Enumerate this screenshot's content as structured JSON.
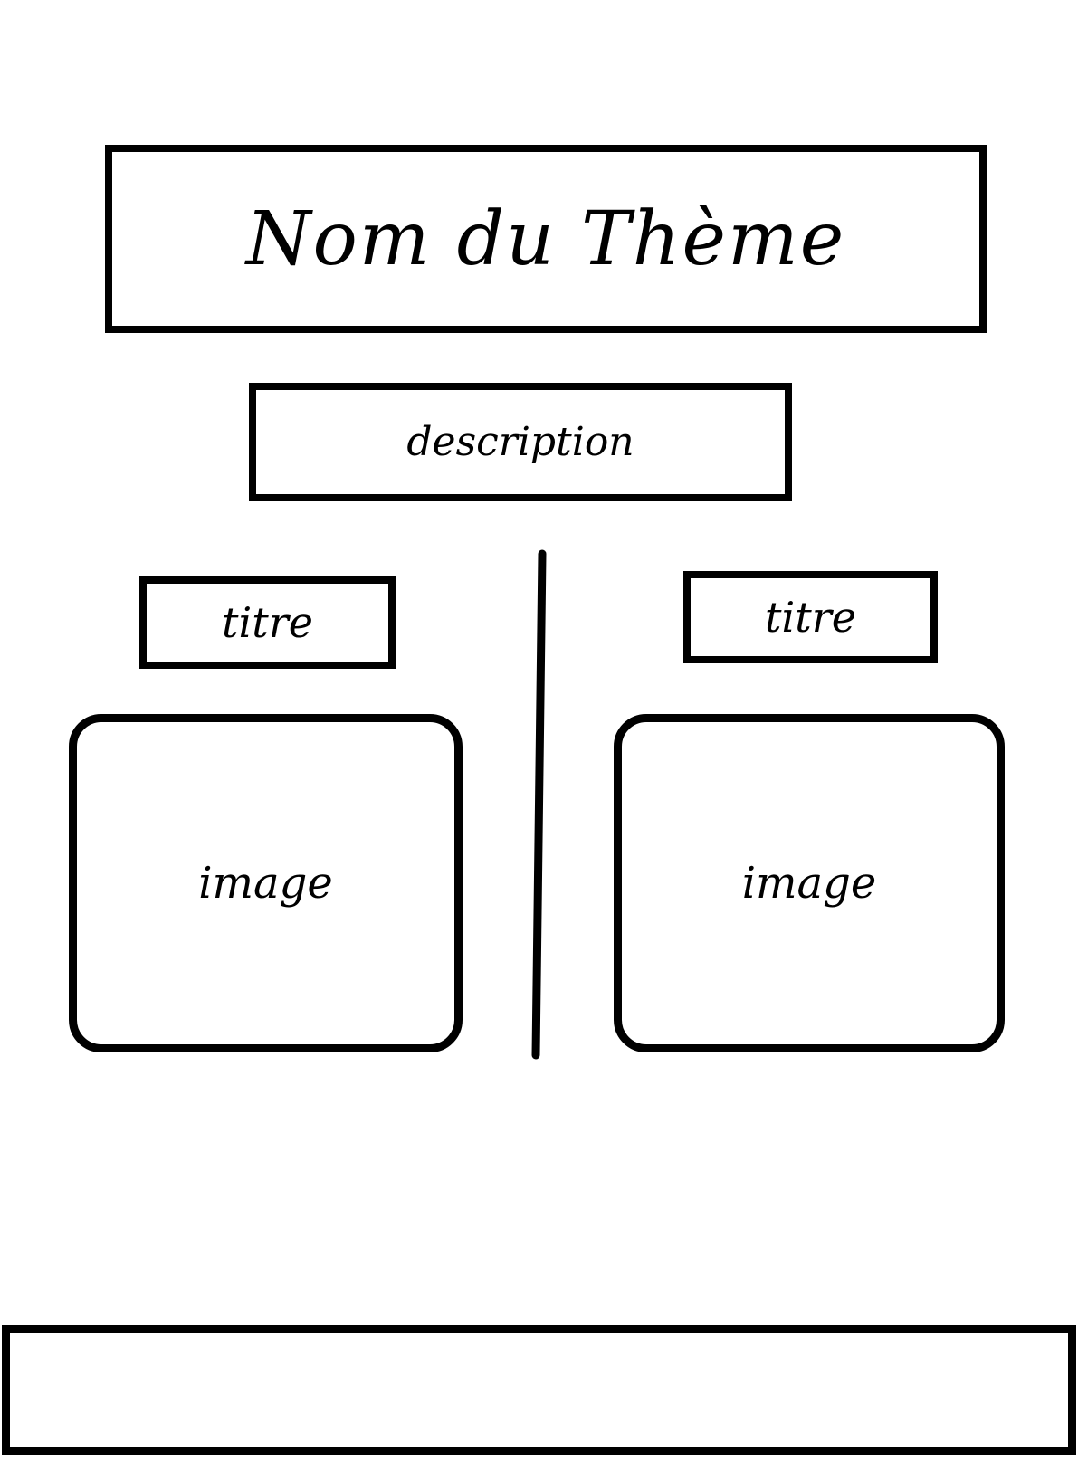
{
  "header": {
    "theme_name": "Nom du Thème"
  },
  "description": {
    "label": "description"
  },
  "columns": [
    {
      "title": "titre",
      "image_label": "image"
    },
    {
      "title": "titre",
      "image_label": "image"
    }
  ],
  "footer": {
    "label": ""
  },
  "colors": {
    "stroke": "#000000",
    "background": "#ffffff"
  }
}
